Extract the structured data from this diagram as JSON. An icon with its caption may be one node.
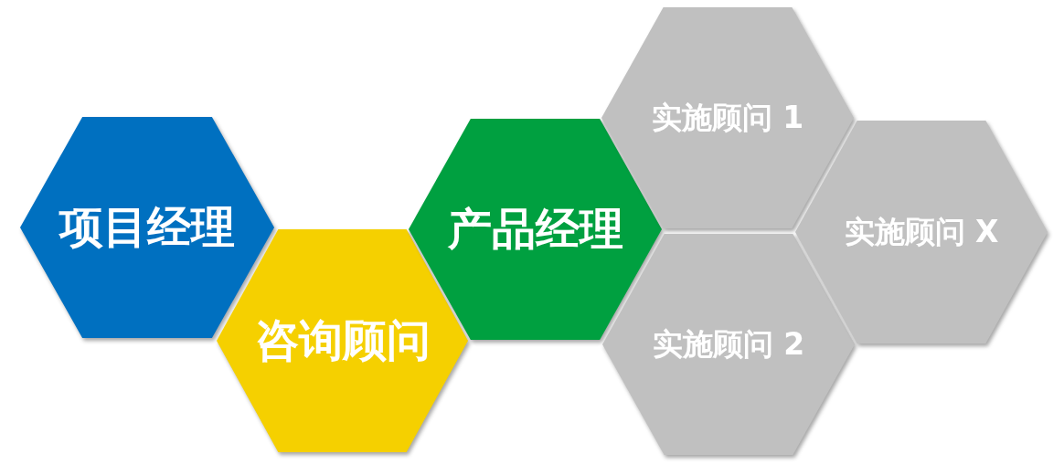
{
  "diagram": {
    "nodes": [
      {
        "text": [
          "项目经理"
        ]
      },
      {
        "text": [
          "咨询顾问"
        ]
      },
      {
        "text": [
          "产品经理"
        ]
      },
      {
        "text": [
          "实施顾问 1"
        ]
      },
      {
        "text": [
          "实施顾问 2"
        ]
      },
      {
        "text": [
          "实施顾问 X"
        ]
      }
    ]
  }
}
